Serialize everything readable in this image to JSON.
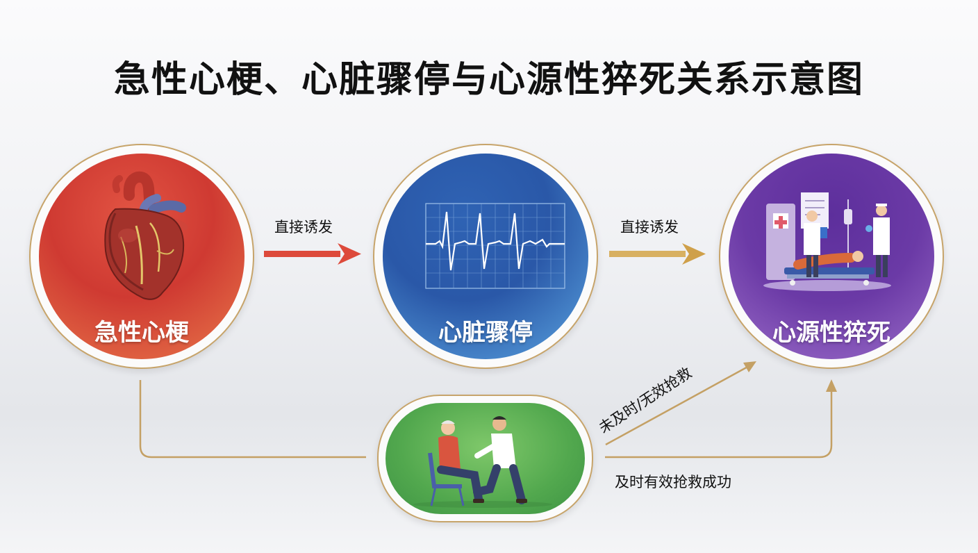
{
  "title": "急性心梗、心脏骤停与心源性猝死关系示意图",
  "nodes": {
    "ami": "急性心梗",
    "arrest": "心脏骤停",
    "scd": "心源性猝死",
    "rescue": ""
  },
  "edges": {
    "trigger_1": "直接诱发",
    "trigger_2": "直接诱发",
    "failed_rescue": "未及时/无效抢救",
    "successful_rescue": "及时有效抢救成功"
  },
  "colors": {
    "ami": "#d63d33",
    "arrest": "#2d5fb0",
    "scd": "#6b3aa6",
    "rescue": "#5aab4f",
    "connector": "#c4a064"
  },
  "icons": {
    "ami": "heart-anatomy-icon",
    "arrest": "ecg-waveform-icon",
    "scd": "hospital-bed-doctors-icon",
    "rescue": "first-aid-helper-icon"
  }
}
